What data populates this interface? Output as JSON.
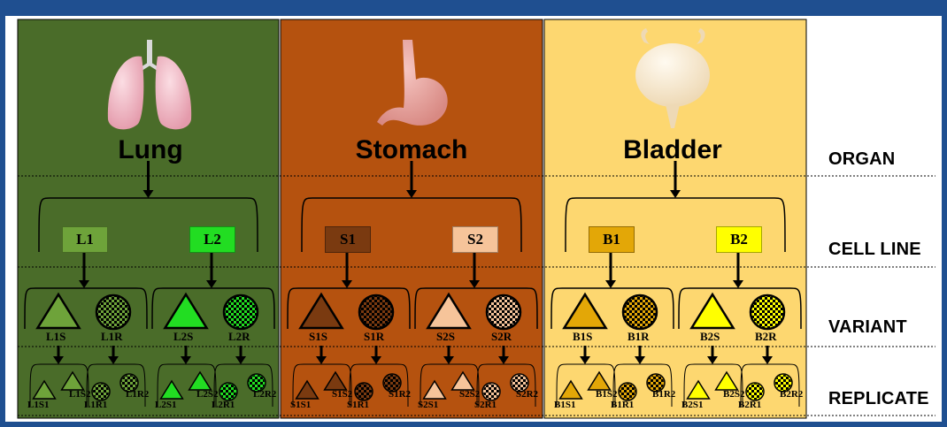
{
  "row_labels": {
    "organ": "ORGAN",
    "cell_line": "CELL LINE",
    "variant": "VARIANT",
    "replicate": "REPLICATE"
  },
  "organs": [
    {
      "name": "Lung",
      "icon": "lung-icon",
      "bg": "#4a6c29",
      "lines": [
        {
          "label": "L1",
          "color": "#6ea33a",
          "variants": [
            {
              "label": "L1S",
              "shape": "triangle",
              "reps": [
                "L1S1",
                "L1S2"
              ]
            },
            {
              "label": "L1R",
              "shape": "circle",
              "reps": [
                "L1R1",
                "L1R2"
              ]
            }
          ]
        },
        {
          "label": "L2",
          "color": "#22dd22",
          "variants": [
            {
              "label": "L2S",
              "shape": "triangle",
              "reps": [
                "L2S1",
                "L2S2"
              ]
            },
            {
              "label": "L2R",
              "shape": "circle",
              "reps": [
                "L2R1",
                "L2R2"
              ]
            }
          ]
        }
      ]
    },
    {
      "name": "Stomach",
      "icon": "stomach-icon",
      "bg": "#b5520f",
      "lines": [
        {
          "label": "S1",
          "color": "#7a3a10",
          "variants": [
            {
              "label": "S1S",
              "shape": "triangle",
              "reps": [
                "S1S1",
                "S1S2"
              ]
            },
            {
              "label": "S1R",
              "shape": "circle",
              "reps": [
                "S1R1",
                "S1R2"
              ]
            }
          ]
        },
        {
          "label": "S2",
          "color": "#f6c49a",
          "variants": [
            {
              "label": "S2S",
              "shape": "triangle",
              "reps": [
                "S2S1",
                "S2S2"
              ]
            },
            {
              "label": "S2R",
              "shape": "circle",
              "reps": [
                "S2R1",
                "S2R2"
              ]
            }
          ]
        }
      ]
    },
    {
      "name": "Bladder",
      "icon": "bladder-icon",
      "bg": "#fdd770",
      "lines": [
        {
          "label": "B1",
          "color": "#e3a707",
          "variants": [
            {
              "label": "B1S",
              "shape": "triangle",
              "reps": [
                "B1S1",
                "B1S2"
              ]
            },
            {
              "label": "B1R",
              "shape": "circle",
              "reps": [
                "B1R1",
                "B1R2"
              ]
            }
          ]
        },
        {
          "label": "B2",
          "color": "#ffff00",
          "variants": [
            {
              "label": "B2S",
              "shape": "triangle",
              "reps": [
                "B2S1",
                "B2S2"
              ]
            },
            {
              "label": "B2R",
              "shape": "circle",
              "reps": [
                "B2R1",
                "B2R2"
              ]
            }
          ]
        }
      ]
    }
  ]
}
